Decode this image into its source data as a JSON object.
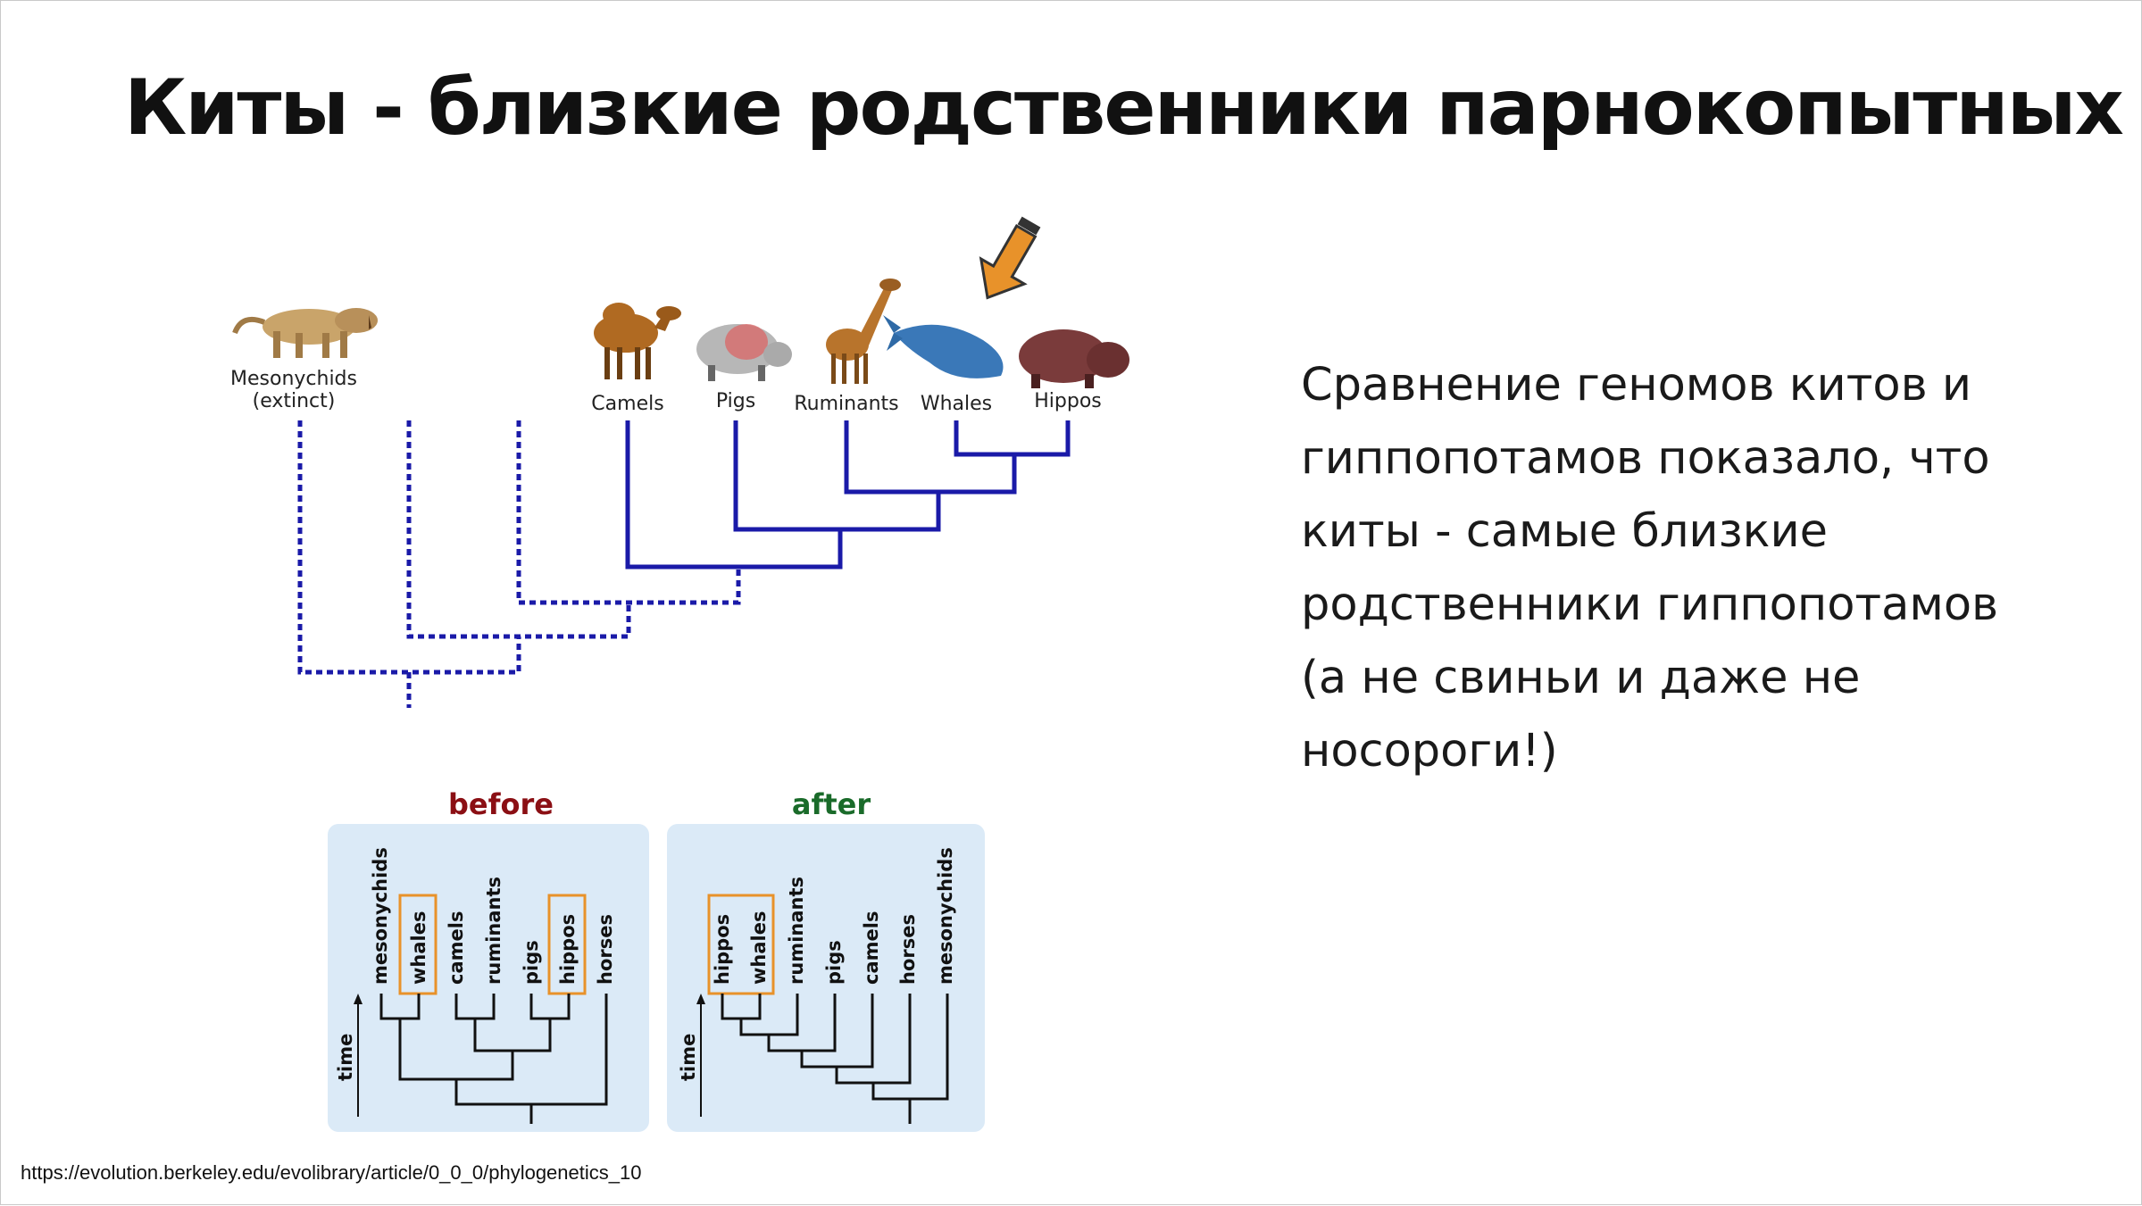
{
  "slide": {
    "title": "Киты - близкие родственники парнокопытных",
    "body_lines": [
      "Сравнение геномов китов и",
      "гиппопотамов показало, что",
      "киты - самые близкие",
      "родственники гиппопотамов",
      "(а не свиньи и даже не",
      "носороги!)"
    ],
    "source_url": "https://evolution.berkeley.edu/evolibrary/article/0_0_0/phylogenetics_10"
  },
  "tree": {
    "mesonychids_line1": "Mesonychids",
    "mesonychids_line2": "(extinct)",
    "taxa": [
      "Camels",
      "Pigs",
      "Ruminants",
      "Whales",
      "Hippos"
    ],
    "line_color": "#1a1aa8",
    "arrow_color": "#e8922a"
  },
  "before": {
    "header": "before",
    "header_color": "#8b0f14",
    "taxa": [
      "mesonychids",
      "whales",
      "camels",
      "ruminants",
      "pigs",
      "hippos",
      "horses"
    ],
    "time_label": "time"
  },
  "after": {
    "header": "after",
    "header_color": "#1a6b2a",
    "taxa": [
      "hippos",
      "whales",
      "ruminants",
      "pigs",
      "camels",
      "horses",
      "mesonychids"
    ],
    "time_label": "time"
  },
  "colors": {
    "panel_bg": "#dbeaf7",
    "highlight_box": "#e8922a"
  }
}
